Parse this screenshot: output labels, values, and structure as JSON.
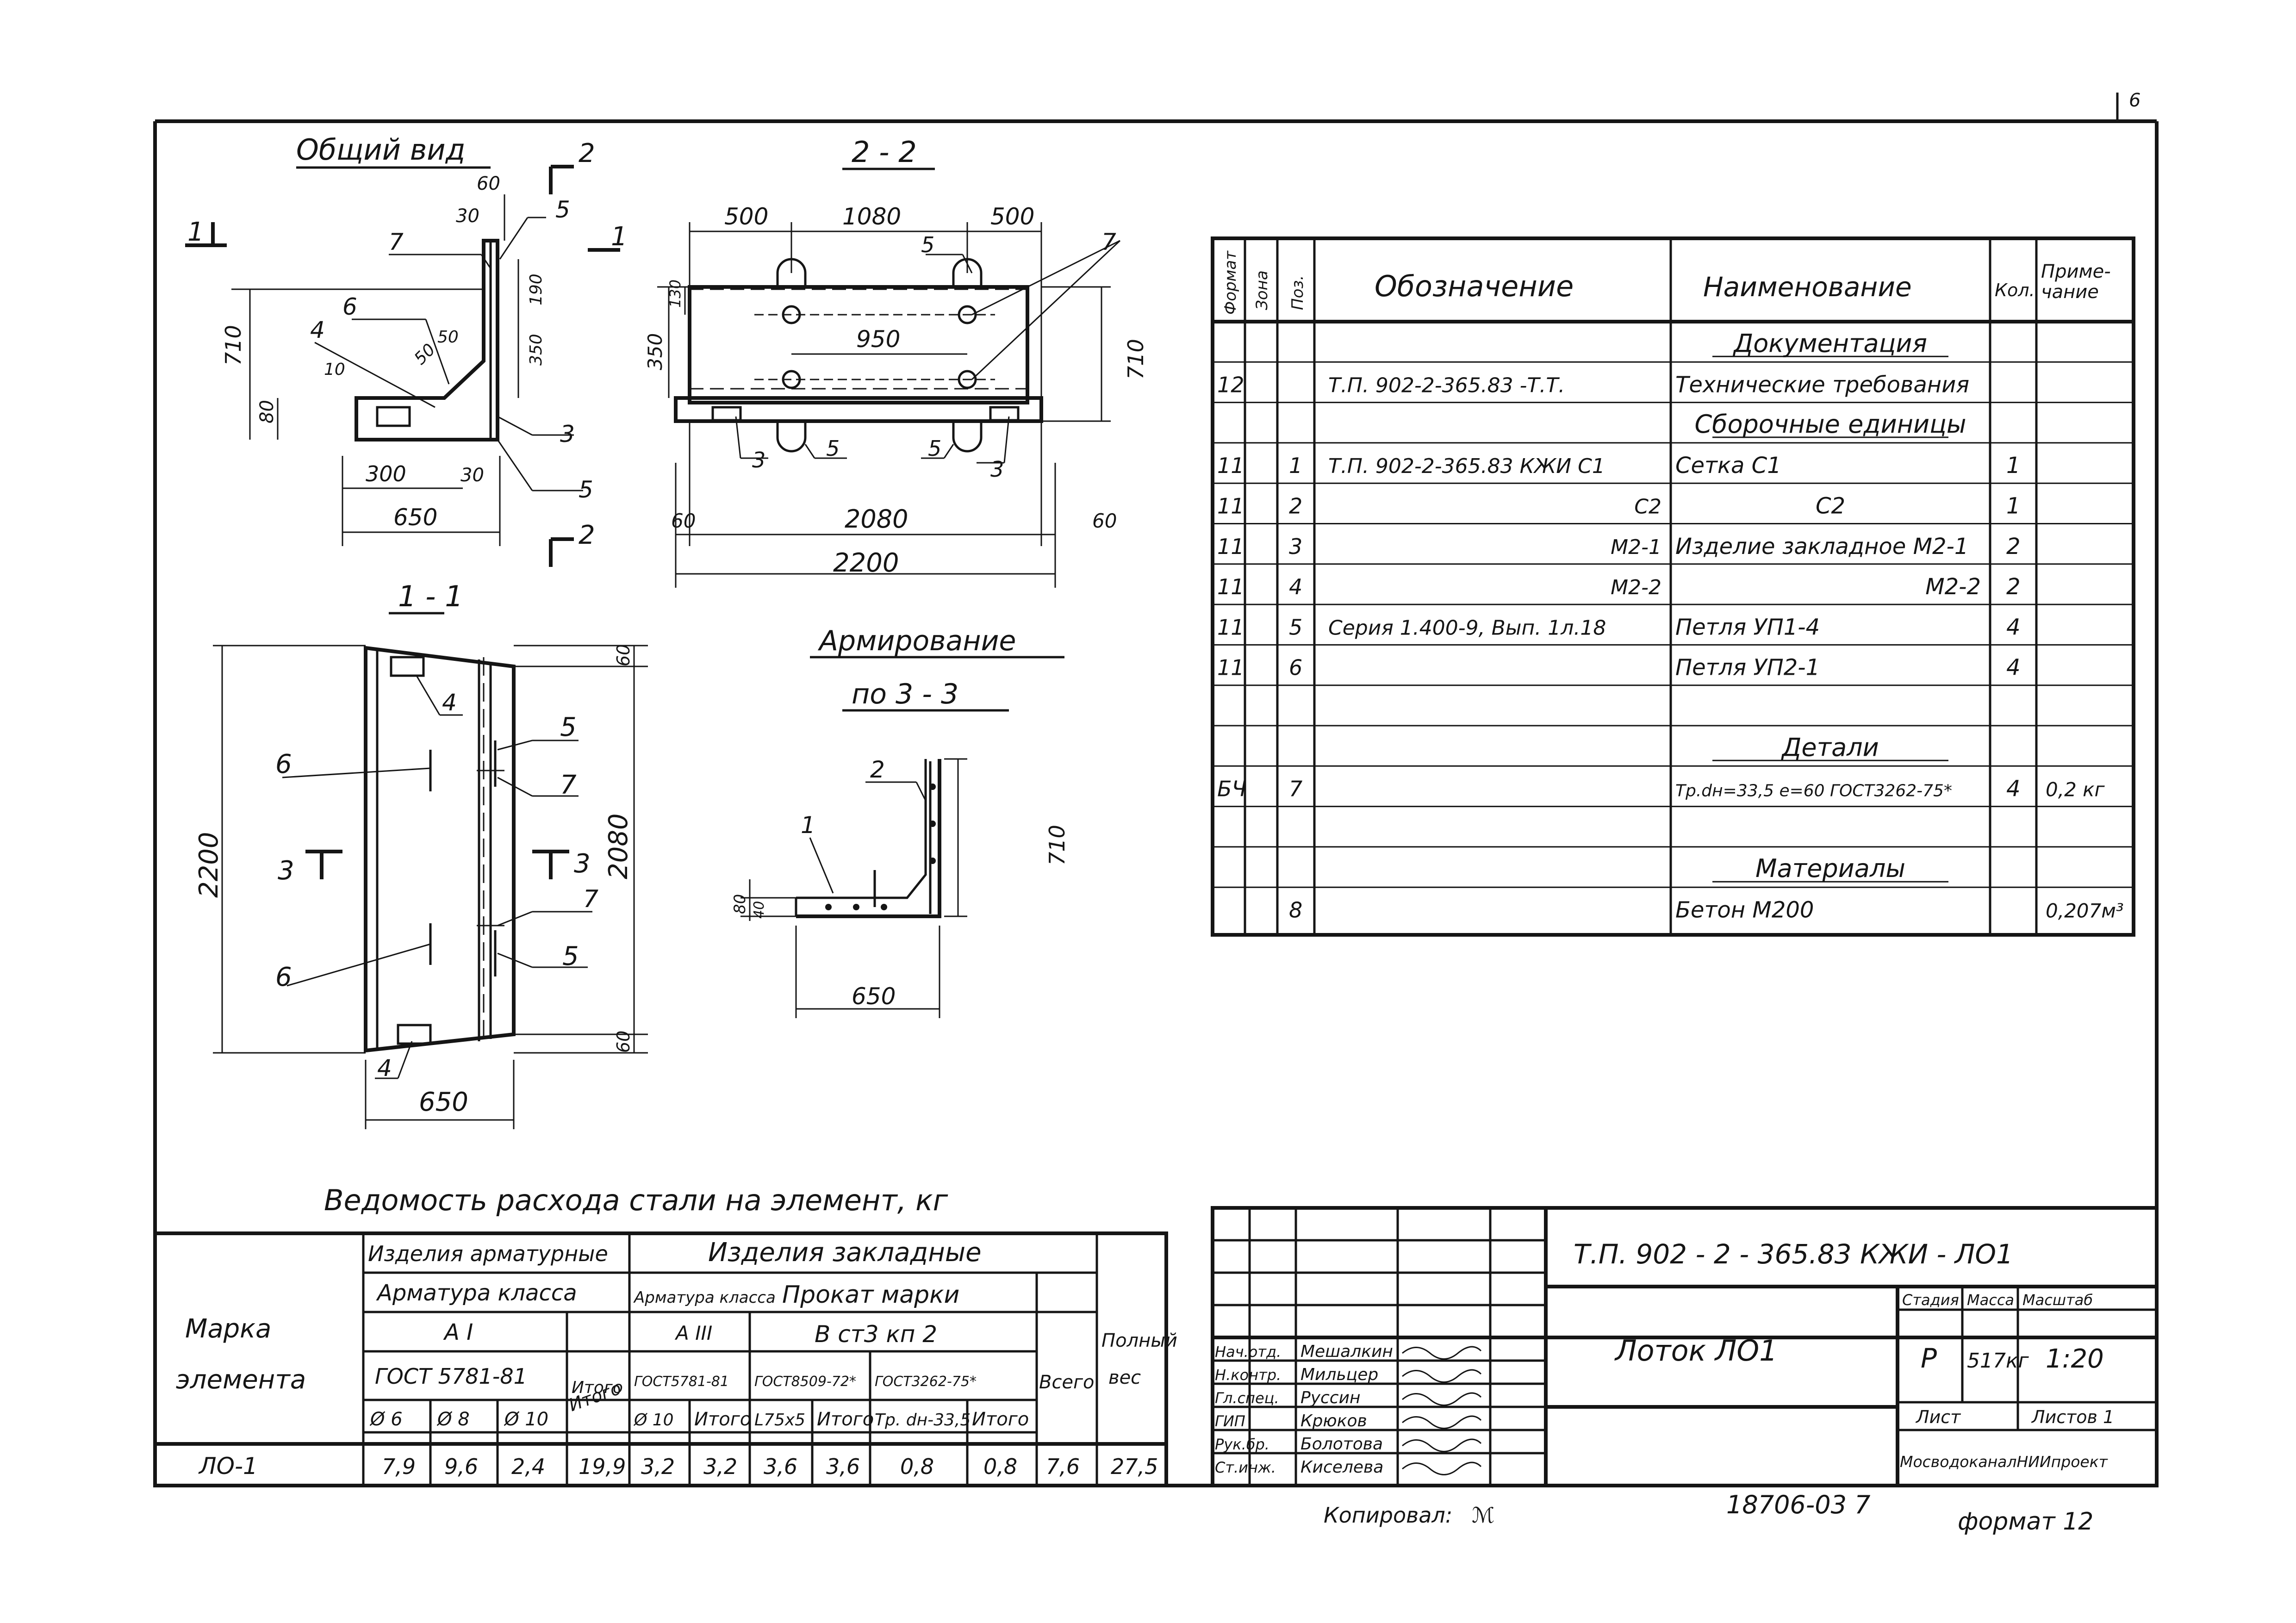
{
  "drawing": {
    "sheet_corner_mark": "6",
    "views": {
      "general": {
        "title": "Общий вид",
        "section_marks": [
          "1",
          "1",
          "2",
          "2"
        ],
        "dims": [
          "60",
          "30",
          "710",
          "80",
          "10",
          "50",
          "50",
          "190",
          "350",
          "300",
          "30",
          "650"
        ],
        "callouts": [
          "7",
          "6",
          "4",
          "5",
          "3",
          "5"
        ]
      },
      "section_2_2": {
        "title": "2 - 2",
        "dims": [
          "500",
          "1080",
          "500",
          "950",
          "350",
          "130",
          "710",
          "60",
          "2080",
          "60",
          "2200"
        ],
        "callouts": [
          "5",
          "7",
          "3",
          "5",
          "5",
          "3"
        ]
      },
      "section_1_1": {
        "title": "1 - 1",
        "dims": [
          "2200",
          "60",
          "2080",
          "60",
          "650"
        ],
        "callouts": [
          "4",
          "5",
          "6",
          "7",
          "7",
          "6",
          "5",
          "4"
        ],
        "section_marks": [
          "3",
          "3"
        ]
      },
      "reinforcement": {
        "title": "Армирование",
        "subtitle": "по 3 - 3",
        "dims": [
          "710",
          "80",
          "40",
          "650"
        ],
        "callouts": [
          "2",
          "1"
        ]
      }
    }
  },
  "spec": {
    "headers": {
      "format": "Формат",
      "zone": "Зона",
      "pos": "Поз.",
      "designation": "Обозначение",
      "name": "Наименование",
      "qty": "Кол.",
      "note": "Приме-\nчание"
    },
    "rows": [
      {
        "format": "",
        "zone": "",
        "pos": "",
        "designation": "",
        "name": "Документация",
        "qty": "",
        "note": "",
        "section": true
      },
      {
        "format": "12",
        "zone": "",
        "pos": "",
        "designation": "Т.П. 902-2-365.83        -Т.Т.",
        "name": "Технические требования",
        "qty": "",
        "note": ""
      },
      {
        "format": "",
        "zone": "",
        "pos": "",
        "designation": "",
        "name": "Сборочные единицы",
        "qty": "",
        "note": "",
        "section": true
      },
      {
        "format": "11",
        "zone": "",
        "pos": "1",
        "designation": "Т.П. 902-2-365.83  КЖИ  С1",
        "name": "Сетка       С1",
        "qty": "1",
        "note": ""
      },
      {
        "format": "11",
        "zone": "",
        "pos": "2",
        "designation": "С2",
        "name": "С2",
        "qty": "1",
        "note": ""
      },
      {
        "format": "11",
        "zone": "",
        "pos": "3",
        "designation": "М2-1",
        "name": "Изделие закладное М2-1",
        "qty": "2",
        "note": ""
      },
      {
        "format": "11",
        "zone": "",
        "pos": "4",
        "designation": "М2-2",
        "name": "М2-2",
        "qty": "2",
        "note": ""
      },
      {
        "format": "11",
        "zone": "",
        "pos": "5",
        "designation": "Серия 1.400-9, Вып. 1л.18",
        "name": "Петля          УП1-4",
        "qty": "4",
        "note": ""
      },
      {
        "format": "11",
        "zone": "",
        "pos": "6",
        "designation": "",
        "name": "Петля          УП2-1",
        "qty": "4",
        "note": ""
      },
      {
        "format": "",
        "zone": "",
        "pos": "",
        "designation": "",
        "name": "",
        "qty": "",
        "note": ""
      },
      {
        "format": "",
        "zone": "",
        "pos": "",
        "designation": "",
        "name": "Детали",
        "qty": "",
        "note": "",
        "section": true
      },
      {
        "format": "БЧ",
        "zone": "",
        "pos": "7",
        "designation": "",
        "name": "Тр.dн=33,5 е=60 ГОСТ3262-75*",
        "qty": "4",
        "note": "0,2 кг"
      },
      {
        "format": "",
        "zone": "",
        "pos": "",
        "designation": "",
        "name": "",
        "qty": "",
        "note": ""
      },
      {
        "format": "",
        "zone": "",
        "pos": "",
        "designation": "",
        "name": "Материалы",
        "qty": "",
        "note": "",
        "section": true
      },
      {
        "format": "",
        "zone": "",
        "pos": "8",
        "designation": "",
        "name": "Бетон       М200",
        "qty": "",
        "note": "0,207м³"
      }
    ]
  },
  "steel": {
    "title": "Ведомость расхода стали на элемент, кг",
    "head_mark": "Марка элемента",
    "head_reinf": "Изделия арматурные",
    "head_reinf_class": "Арматура класса",
    "head_AI": "А I",
    "head_gost1": "ГОСТ 5781-81",
    "head_embedded": "Изделия закладные",
    "head_reinf_class2": "Арматура класса",
    "head_AIII": "А III",
    "head_rolled": "Прокат марки",
    "head_steel": "В ст3 кп 2",
    "head_total": "Итого",
    "head_all": "Всего",
    "head_weight": "Полный вес",
    "sub": [
      "Ø 6",
      "Ø 8",
      "Ø 10",
      "Итого",
      "ГОСТ5781-81 Ø 10",
      "Итого",
      "ГОСТ8509-72* L75х5",
      "Итого",
      "ГОСТ3262-75* Тр. dн-33,5",
      "Итого"
    ],
    "row": {
      "mark": "ЛО-1",
      "v": [
        "7,9",
        "9,6",
        "2,4",
        "19,9",
        "3,2",
        "3,2",
        "3,6",
        "3,6",
        "0,8",
        "0,8",
        "7,6",
        "27,5"
      ]
    }
  },
  "title_block": {
    "code": "Т.П. 902 - 2 - 365.83    КЖИ - ЛО1",
    "item_name": "Лоток ЛО1",
    "stage_label": "Стадия",
    "mass_label": "Масса",
    "scale_label": "Масштаб",
    "stage": "Р",
    "mass": "517кг",
    "scale": "1:20",
    "sheet_label": "Лист",
    "sheets_label": "Листов  1",
    "org": "МосводоканалНИИпроект",
    "staff": [
      {
        "role": "Нач.отд.",
        "name": "Мешалкин"
      },
      {
        "role": "Н.контр.",
        "name": "Мильцер"
      },
      {
        "role": "Гл.спец.",
        "name": "Руссин"
      },
      {
        "role": "ГИП",
        "name": "Крюков"
      },
      {
        "role": "Рук.бр.",
        "name": "Болотова"
      },
      {
        "role": "Ст.инж.",
        "name": "Киселева"
      }
    ],
    "copied": "Копировал:",
    "inv": "18706-03  7",
    "format": "формат 12"
  }
}
